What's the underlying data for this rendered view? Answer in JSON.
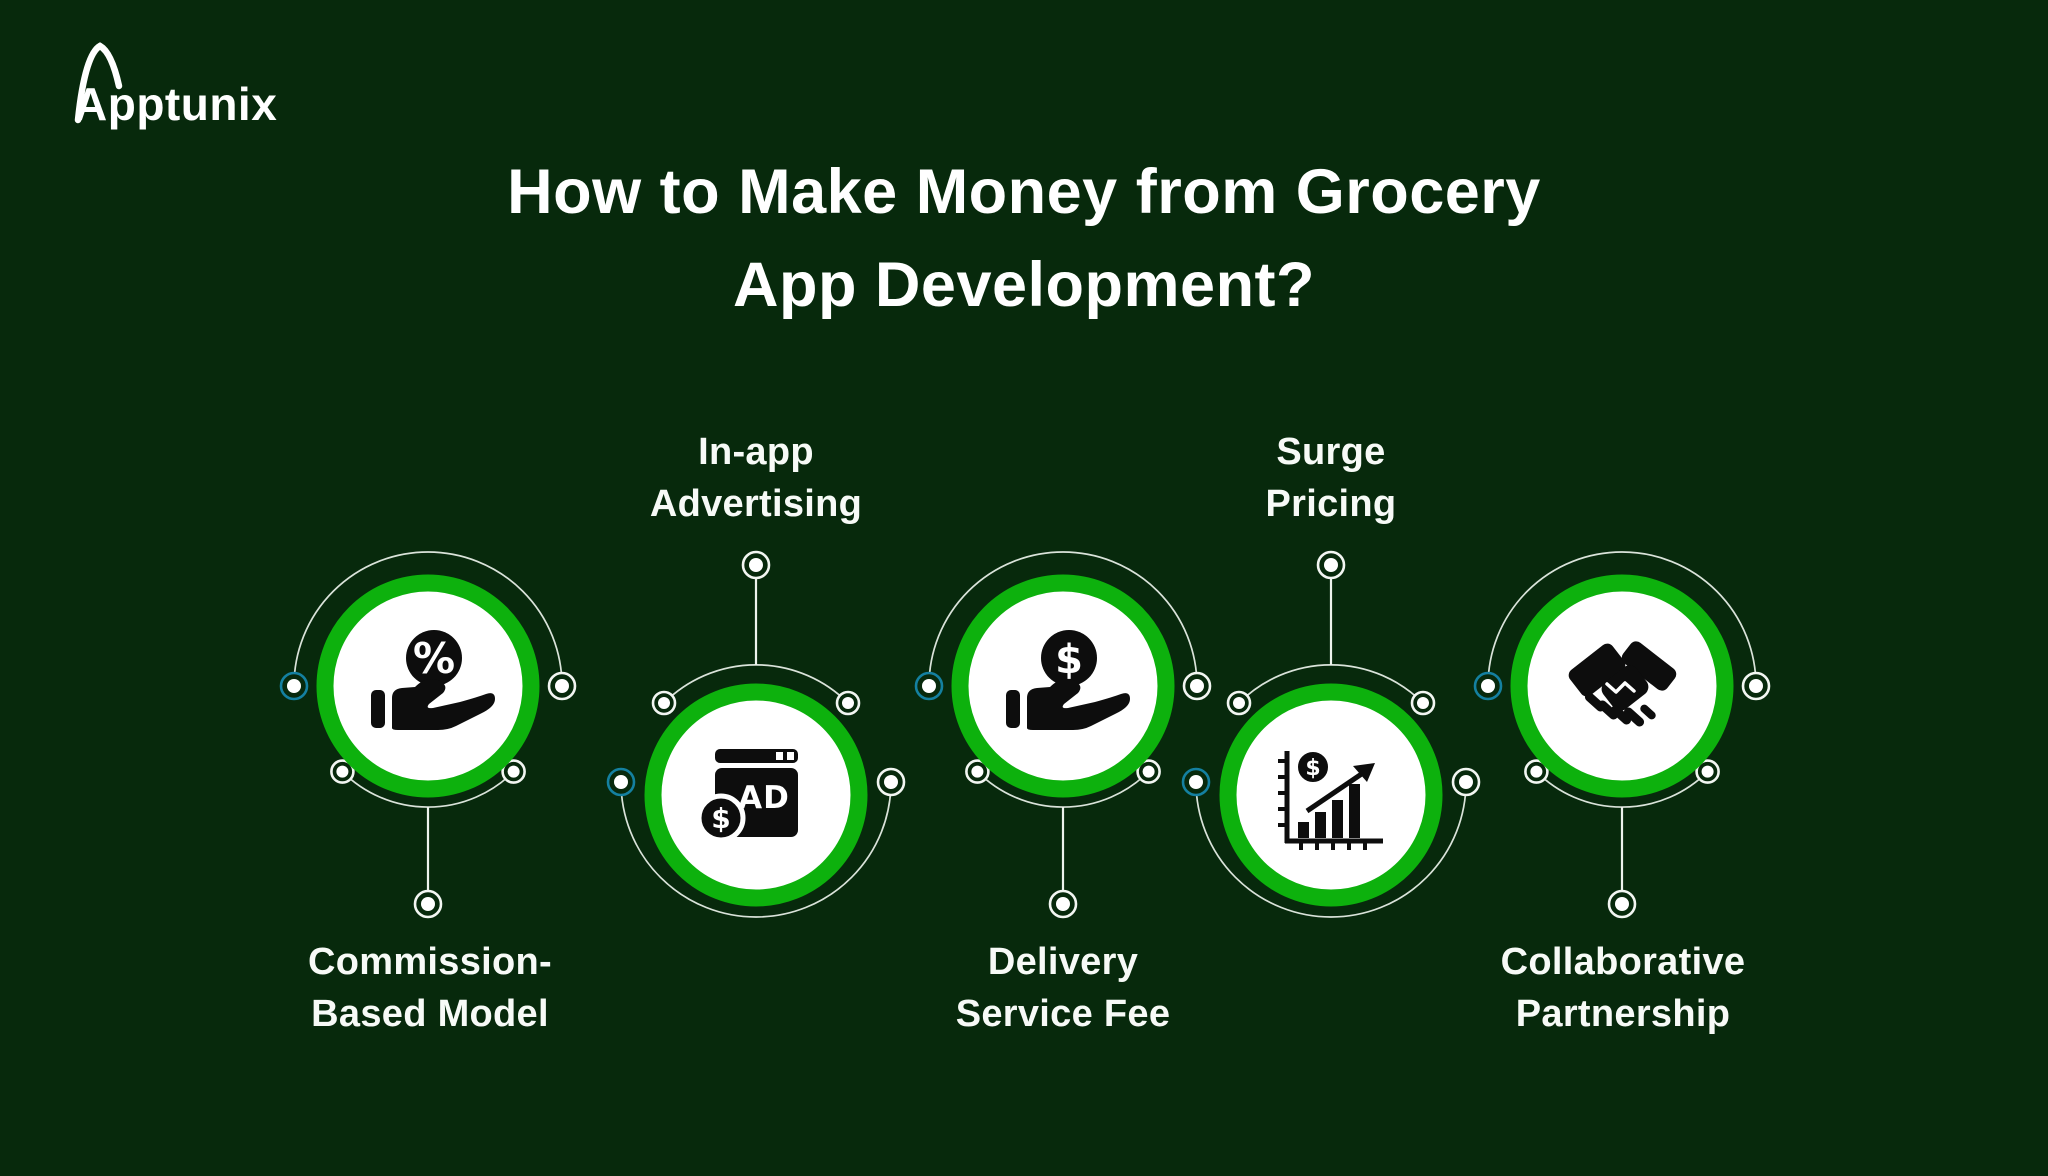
{
  "logo": {
    "text": "Apptunix"
  },
  "title": {
    "line1": "How to Make Money from Grocery",
    "line2": "App Development?"
  },
  "items": [
    {
      "id": "commission-based-model",
      "label_line1": "Commission-",
      "label_line2": "Based Model",
      "label_position": "below",
      "icon": "percent-hand-icon",
      "icon_glyph": "%"
    },
    {
      "id": "in-app-advertising",
      "label_line1": "In-app",
      "label_line2": "Advertising",
      "label_position": "above",
      "icon": "ad-window-icon",
      "icon_glyph": "AD",
      "coin_glyph": "$"
    },
    {
      "id": "delivery-service-fee",
      "label_line1": "Delivery",
      "label_line2": "Service Fee",
      "label_position": "below",
      "icon": "dollar-hand-icon",
      "icon_glyph": "$"
    },
    {
      "id": "surge-pricing",
      "label_line1": "Surge",
      "label_line2": "Pricing",
      "label_position": "above",
      "icon": "growth-chart-icon",
      "icon_glyph": "$"
    },
    {
      "id": "collaborative-partnership",
      "label_line1": "Collaborative",
      "label_line2": "Partnership",
      "label_position": "below",
      "icon": "handshake-icon"
    }
  ],
  "colors": {
    "background": "#07290c",
    "accent_green": "#0db10d",
    "teal_ring": "#1480a0",
    "icon_ink": "#0d0d0d",
    "text": "#ffffff"
  }
}
